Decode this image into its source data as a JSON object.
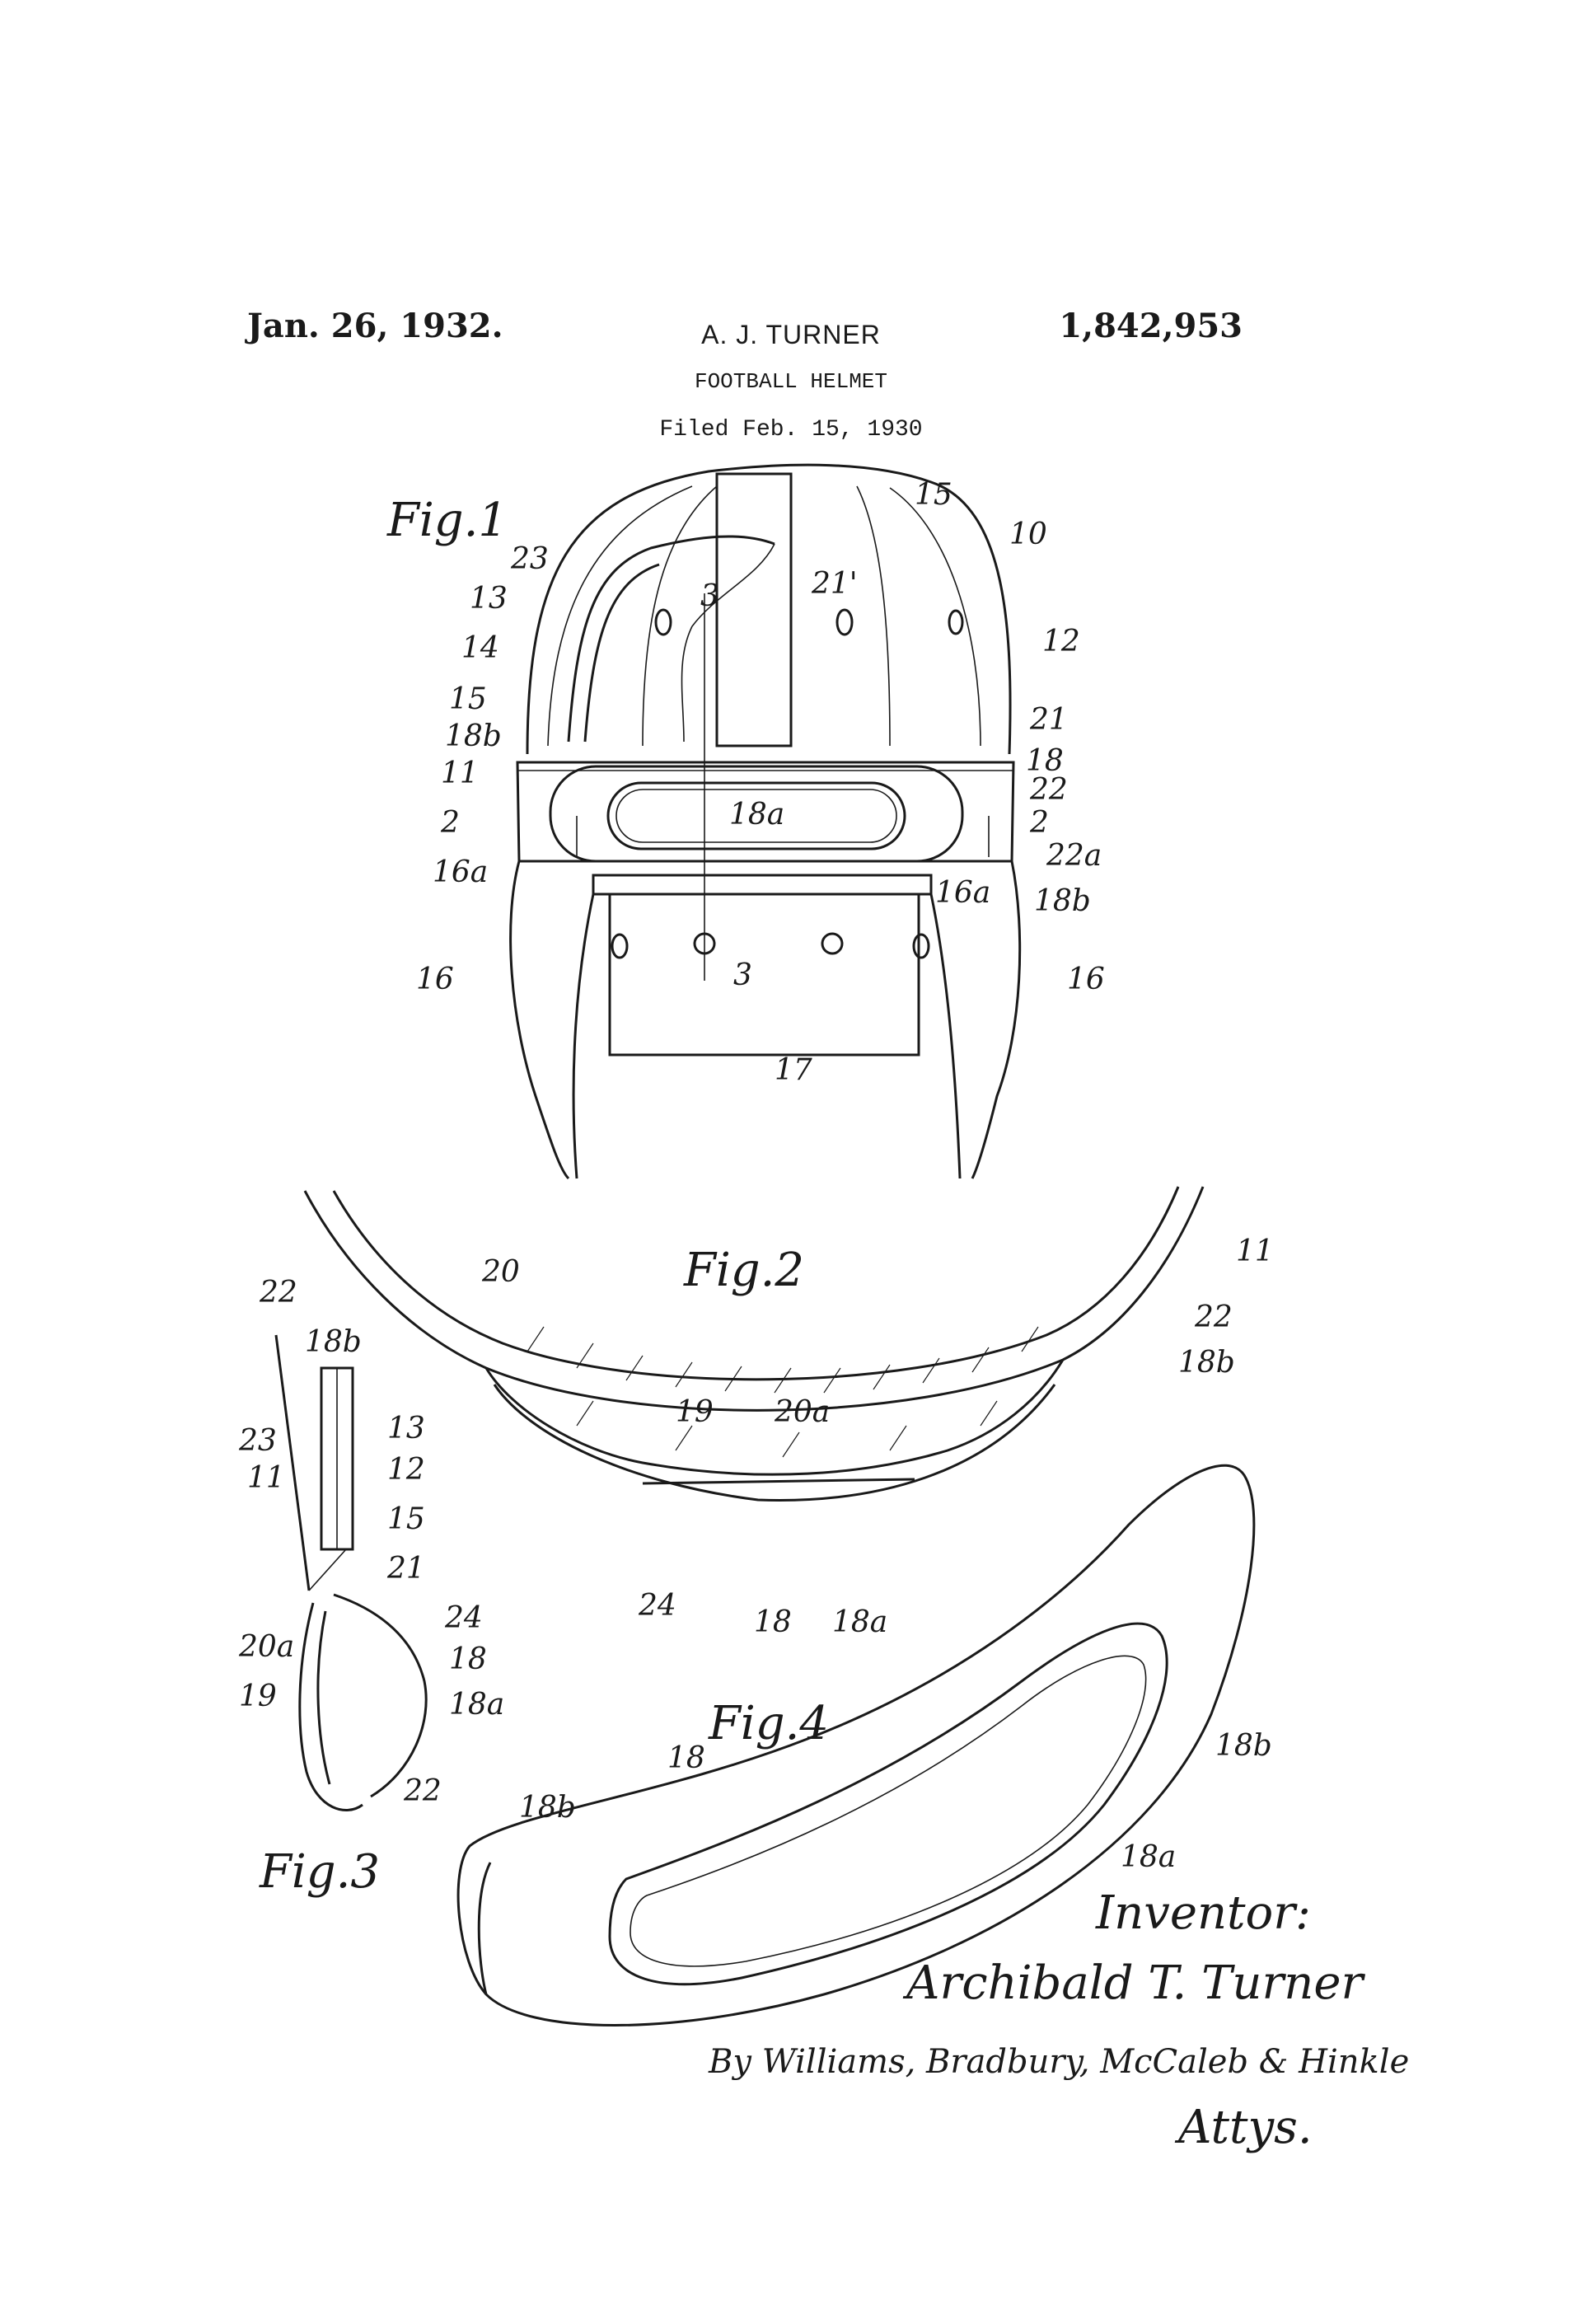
{
  "header": {
    "date": "Jan. 26, 1932.",
    "inventor": "A. J. TURNER",
    "patent_number": "1,842,953",
    "title": "FOOTBALL HELMET",
    "filed": "Filed Feb. 15, 1930"
  },
  "figures": {
    "fig1": {
      "caption": "Fig.1",
      "labels": [
        "10",
        "15",
        "23",
        "13",
        "14",
        "15",
        "18b",
        "11",
        "2",
        "16a",
        "16",
        "21'",
        "3",
        "12",
        "21",
        "18",
        "22",
        "2",
        "22a",
        "18b",
        "16a",
        "16",
        "3",
        "17",
        "18a"
      ]
    },
    "fig2": {
      "caption": "Fig.2",
      "labels": [
        "22",
        "18b",
        "20",
        "11",
        "22",
        "18b",
        "19",
        "20a",
        "24",
        "18",
        "18a"
      ]
    },
    "fig3": {
      "caption": "Fig.3",
      "labels": [
        "23",
        "11",
        "13",
        "12",
        "15",
        "21",
        "20a",
        "24",
        "18",
        "19",
        "18a",
        "22"
      ]
    },
    "fig4": {
      "caption": "Fig.4",
      "labels": [
        "18b",
        "18",
        "18b",
        "18a"
      ]
    }
  },
  "signature": {
    "heading": "Inventor:",
    "name": "Archibald T. Turner",
    "by": "By Williams, Bradbury, McCaleb & Hinkle",
    "attys": "Attys."
  }
}
